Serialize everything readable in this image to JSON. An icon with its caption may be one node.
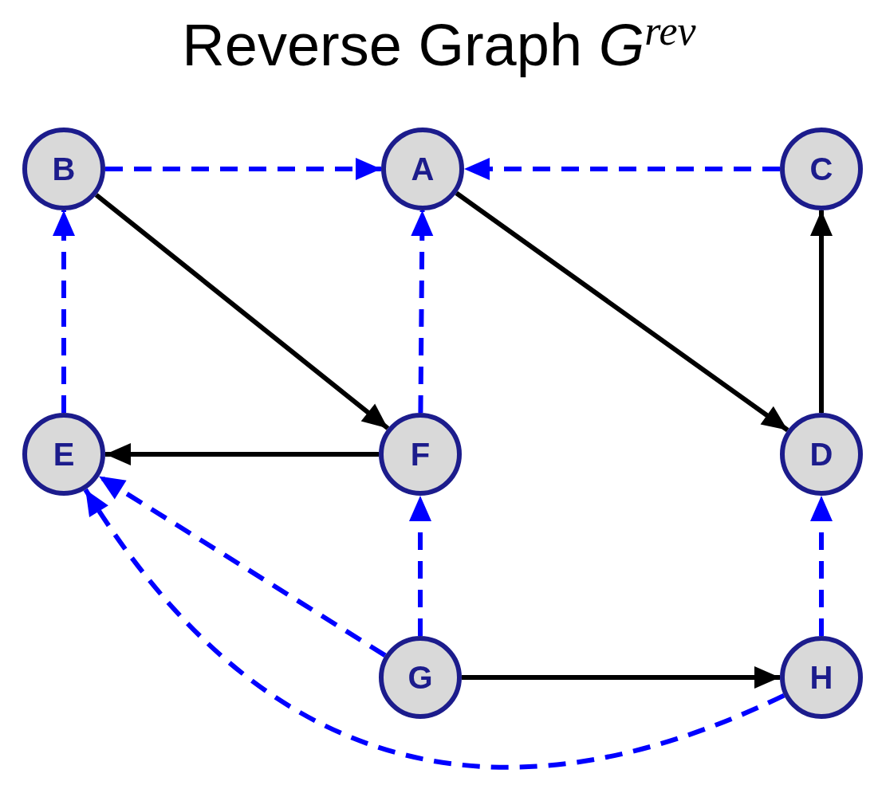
{
  "diagram": {
    "title": "Reverse Graph *G*$^{rev}$",
    "nodes": [
      {
        "text": [
          "B"
        ]
      },
      {
        "text": [
          "A"
        ]
      },
      {
        "text": [
          "C"
        ]
      },
      {
        "text": [
          "E"
        ]
      },
      {
        "text": [
          "F"
        ]
      },
      {
        "text": [
          "D"
        ]
      },
      {
        "text": [
          "G"
        ]
      },
      {
        "text": [
          "H"
        ]
      }
    ],
    "edges": [
      {
        "from": 0,
        "to": 1,
        "arrow": "to",
        "style": "dashed"
      },
      {
        "from": 2,
        "to": 1,
        "arrow": "to",
        "style": "dashed"
      },
      {
        "from": 0,
        "to": 4,
        "arrow": "to",
        "color": "#000000"
      },
      {
        "from": 1,
        "to": 5,
        "arrow": "to",
        "color": "#000000"
      },
      {
        "from": 5,
        "to": 2,
        "arrow": "to",
        "color": "#000000"
      },
      {
        "from": 3,
        "to": 0,
        "arrow": "to",
        "style": "dashed"
      },
      {
        "from": 4,
        "to": 1,
        "arrow": "to",
        "style": "dashed"
      },
      {
        "from": 4,
        "to": 3,
        "arrow": "to",
        "color": "#000000"
      },
      {
        "from": 6,
        "to": 3,
        "arrow": "to",
        "style": "dashed"
      },
      {
        "from": 7,
        "to": 3,
        "arrow": "to",
        "style": "dashed"
      },
      {
        "from": 6,
        "to": 4,
        "arrow": "to",
        "style": "dashed"
      },
      {
        "from": 6,
        "to": 7,
        "arrow": "to",
        "color": "#000000"
      },
      {
        "from": 7,
        "to": 5,
        "arrow": "to",
        "style": "dashed"
      }
    ]
  }
}
